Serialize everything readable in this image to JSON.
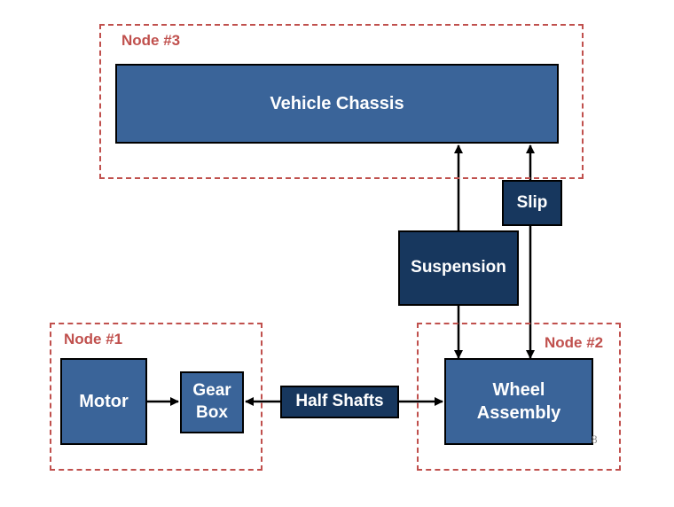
{
  "nodes": {
    "node3": {
      "label": "Node #3"
    },
    "node1": {
      "label": "Node #1"
    },
    "node2": {
      "label": "Node #2"
    }
  },
  "blocks": {
    "vehicle_chassis": "Vehicle Chassis",
    "slip": "Slip",
    "suspension": "Suspension",
    "motor": "Motor",
    "gear_box": "Gear\nBox",
    "half_shafts": "Half Shafts",
    "wheel_assembly": "Wheel\nAssembly"
  },
  "page_number": "8",
  "colors": {
    "node_border": "#c0504d",
    "block_light": "#3a6499",
    "block_dark": "#17375e"
  }
}
